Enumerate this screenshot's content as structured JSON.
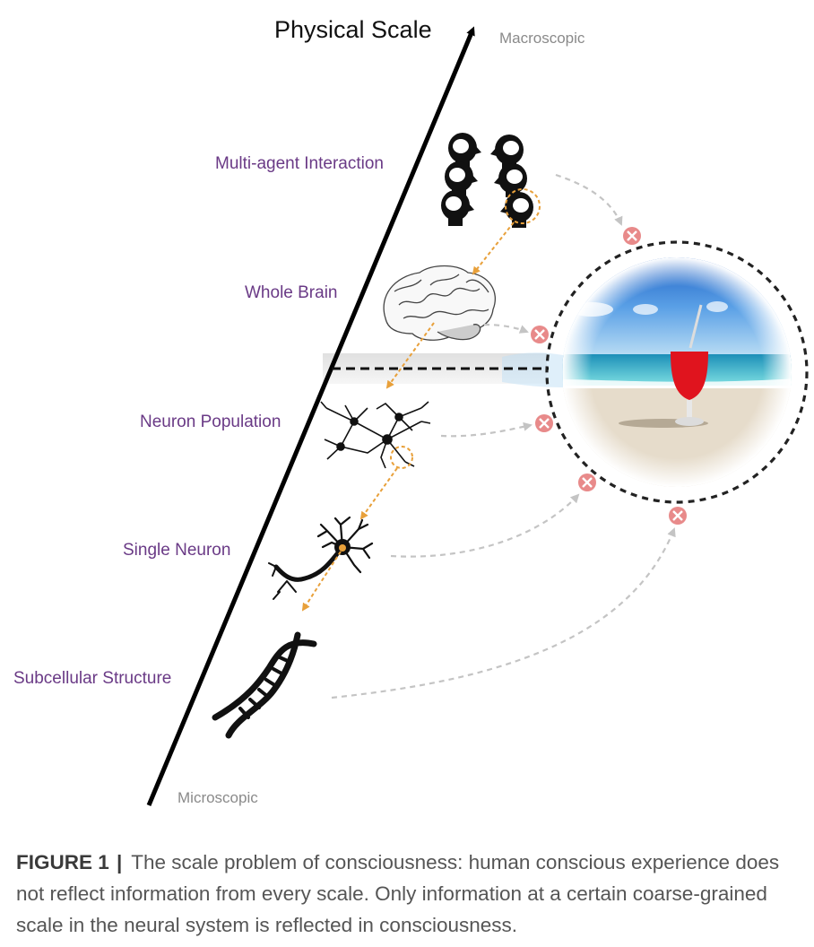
{
  "axis": {
    "title": "Physical Scale",
    "top_label": "Macroscopic",
    "bottom_label": "Microscopic"
  },
  "levels": [
    {
      "label": "Multi-agent Interaction",
      "icon": "heads-icon"
    },
    {
      "label": "Whole Brain",
      "icon": "brain-icon"
    },
    {
      "label": "Neuron Population",
      "icon": "neuron-network-icon"
    },
    {
      "label": "Single Neuron",
      "icon": "neuron-icon"
    },
    {
      "label": "Subcellular Structure",
      "icon": "dna-icon"
    }
  ],
  "experience_icon": "beach-cocktail-image",
  "blocked_marker_icon": "x-circle-icon",
  "colors": {
    "label": "#6a3a86",
    "zoom_arrow": "#e8a03a",
    "info_arrow": "#c4c4c4",
    "blocked_marker": "#e88a8a",
    "circle": "#222222"
  },
  "caption": {
    "label": "FIGURE 1",
    "separator": "|",
    "text": "The scale problem of consciousness: human conscious experience does not reflect information from every scale. Only information at a certain coarse-grained scale in the neural system is reflected in consciousness."
  }
}
